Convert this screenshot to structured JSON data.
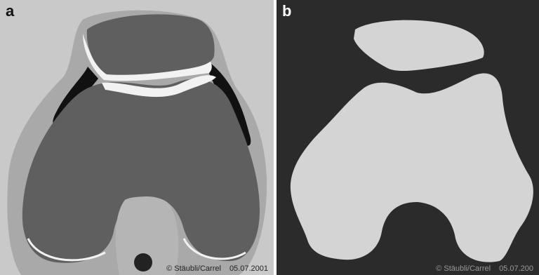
{
  "panels": [
    {
      "label": "a",
      "credit": "© Stäubli/Carrel",
      "date": "05.07.2001",
      "colors": {
        "background": "#c9c9c9",
        "halo": "#a9a9a9",
        "bone": "#5f5f5f",
        "cartilage": "#f2f2f2",
        "fluid": "#111111",
        "canal": "#b5b5b5"
      }
    },
    {
      "label": "b",
      "credit": "© Stäubli/Carrel",
      "date": "05.07.200",
      "colors": {
        "background": "#2b2b2b",
        "bone": "#d4d4d4"
      }
    }
  ]
}
